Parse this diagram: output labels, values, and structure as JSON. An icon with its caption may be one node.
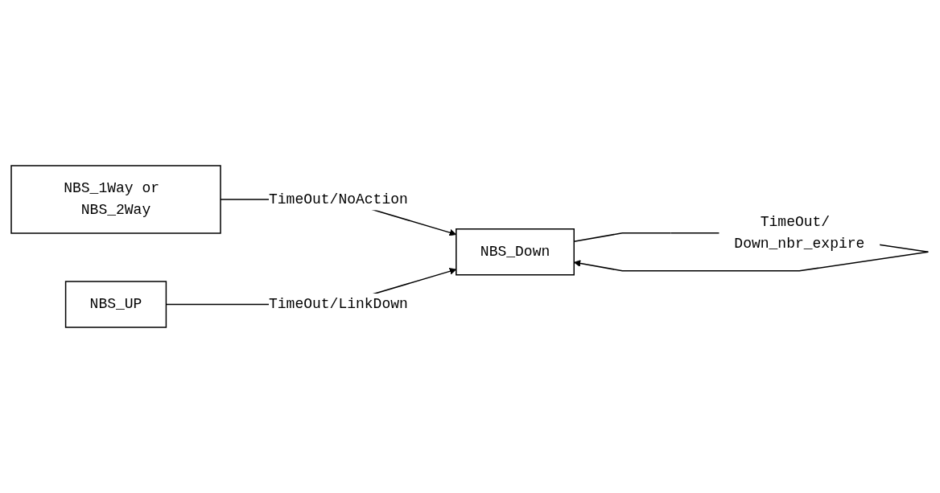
{
  "diagram": {
    "nodes": [
      {
        "text": [
          "NBS_1Way or NBS_2Way"
        ]
      },
      {
        "text": [
          "NBS_Down"
        ]
      },
      {
        "text": [
          "NBS_UP"
        ]
      }
    ],
    "edges": [
      {
        "from": 0,
        "to": 1,
        "arrow": "to",
        "label": "TimeOut/NoAction"
      },
      {
        "from": 1,
        "to": 1,
        "arrow": "to",
        "label": "TimeOut/ Down_nbr_expire"
      },
      {
        "from": 2,
        "to": 1,
        "arrow": "to",
        "label": "TimeOut/LinkDown"
      }
    ]
  }
}
